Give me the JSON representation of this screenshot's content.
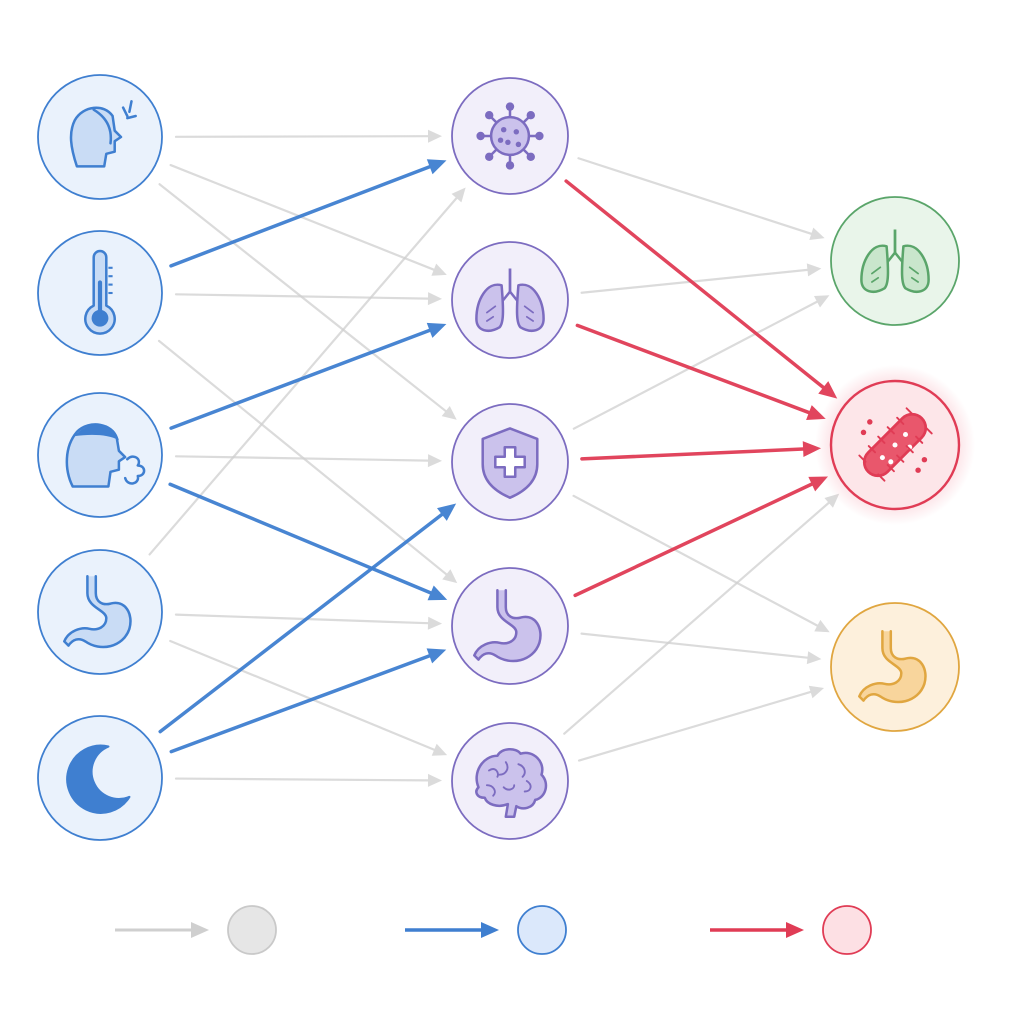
{
  "diagram": {
    "layers": [
      {
        "role": "input-symptoms",
        "color": "#3f7fd0",
        "fill": "#eaf2fc",
        "nodes": [
          {
            "id": "s1",
            "icon": "headache-icon"
          },
          {
            "id": "s2",
            "icon": "thermometer-icon"
          },
          {
            "id": "s3",
            "icon": "cough-icon"
          },
          {
            "id": "s4",
            "icon": "stomach-icon"
          },
          {
            "id": "s5",
            "icon": "moon-icon"
          }
        ]
      },
      {
        "role": "hidden-systems",
        "color": "#7c6cc0",
        "fill": "#f2effa",
        "nodes": [
          {
            "id": "h1",
            "icon": "virus-icon"
          },
          {
            "id": "h2",
            "icon": "lungs-icon"
          },
          {
            "id": "h3",
            "icon": "shield-plus-icon"
          },
          {
            "id": "h4",
            "icon": "stomach-icon"
          },
          {
            "id": "h5",
            "icon": "brain-icon"
          }
        ]
      },
      {
        "role": "output-diagnoses",
        "nodes": [
          {
            "id": "o1",
            "icon": "lungs-icon",
            "color": "#5aa56a",
            "fill": "#e9f5ea"
          },
          {
            "id": "o2",
            "icon": "bacteria-icon",
            "color": "#e03c55",
            "fill": "#fde6e9",
            "highlight": true
          },
          {
            "id": "o3",
            "icon": "stomach-icon",
            "color": "#e0a640",
            "fill": "#fdf0dc"
          }
        ]
      }
    ],
    "edge_colors": {
      "inactive": "#cfcfcf",
      "active_input": "#3f7fd0",
      "active_output": "#e03c55"
    },
    "edges": [
      {
        "from": "s1",
        "to": "h1",
        "state": "inactive"
      },
      {
        "from": "s1",
        "to": "h2",
        "state": "inactive"
      },
      {
        "from": "s1",
        "to": "h3",
        "state": "inactive"
      },
      {
        "from": "s2",
        "to": "h1",
        "state": "active_input"
      },
      {
        "from": "s2",
        "to": "h2",
        "state": "inactive"
      },
      {
        "from": "s2",
        "to": "h4",
        "state": "inactive"
      },
      {
        "from": "s3",
        "to": "h2",
        "state": "active_input"
      },
      {
        "from": "s3",
        "to": "h3",
        "state": "inactive"
      },
      {
        "from": "s3",
        "to": "h4",
        "state": "active_input"
      },
      {
        "from": "s4",
        "to": "h1",
        "state": "inactive"
      },
      {
        "from": "s4",
        "to": "h4",
        "state": "inactive"
      },
      {
        "from": "s4",
        "to": "h5",
        "state": "inactive"
      },
      {
        "from": "s5",
        "to": "h3",
        "state": "active_input"
      },
      {
        "from": "s5",
        "to": "h4",
        "state": "active_input"
      },
      {
        "from": "s5",
        "to": "h5",
        "state": "inactive"
      },
      {
        "from": "h1",
        "to": "o1",
        "state": "inactive"
      },
      {
        "from": "h1",
        "to": "o2",
        "state": "active_output"
      },
      {
        "from": "h2",
        "to": "o1",
        "state": "inactive"
      },
      {
        "from": "h2",
        "to": "o2",
        "state": "active_output"
      },
      {
        "from": "h3",
        "to": "o1",
        "state": "inactive"
      },
      {
        "from": "h3",
        "to": "o2",
        "state": "active_output"
      },
      {
        "from": "h3",
        "to": "o3",
        "state": "inactive"
      },
      {
        "from": "h4",
        "to": "o2",
        "state": "active_output"
      },
      {
        "from": "h4",
        "to": "o3",
        "state": "inactive"
      },
      {
        "from": "h5",
        "to": "o2",
        "state": "inactive"
      },
      {
        "from": "h5",
        "to": "o3",
        "state": "inactive"
      }
    ],
    "legend": [
      {
        "key": "inactive",
        "arrow_color": "#cfcfcf",
        "dot_stroke": "#c9c9c9",
        "dot_fill": "#e6e6e6"
      },
      {
        "key": "active_input",
        "arrow_color": "#3f7fd0",
        "dot_stroke": "#3f7fd0",
        "dot_fill": "#dbe8fb"
      },
      {
        "key": "active_output",
        "arrow_color": "#e03c55",
        "dot_stroke": "#e03c55",
        "dot_fill": "#fde0e4"
      }
    ]
  }
}
